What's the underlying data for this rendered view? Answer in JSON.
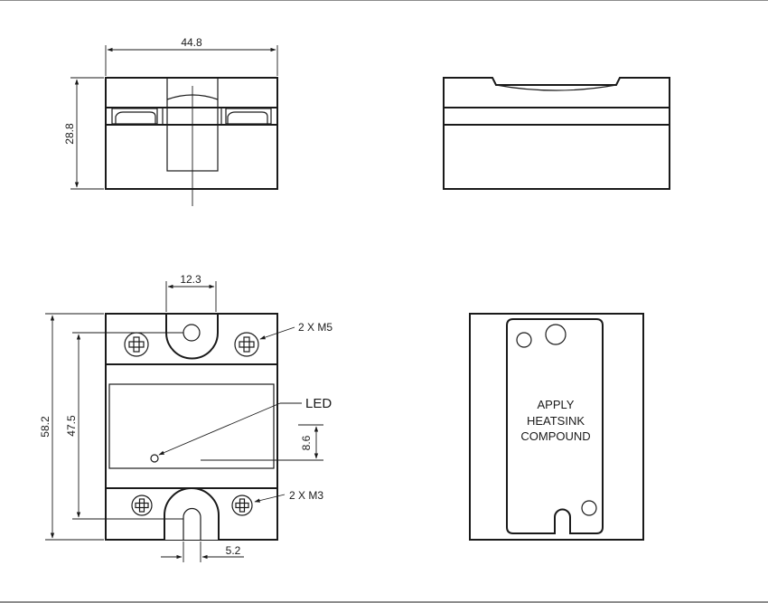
{
  "dimensions": {
    "width": "44.8",
    "height": "28.8",
    "mount_spacing": "12.3",
    "overall_length": "58.2",
    "mount_length": "47.5",
    "led_offset": "8.6",
    "slot_width": "5.2"
  },
  "labels": {
    "top_screws": "2 X M5",
    "bottom_screws": "2 X M3",
    "led": "LED"
  },
  "note_lines": [
    "APPLY",
    "HEATSINK",
    "COMPOUND"
  ],
  "colors": {
    "line": "#1a1a1a",
    "background": "#ffffff"
  }
}
